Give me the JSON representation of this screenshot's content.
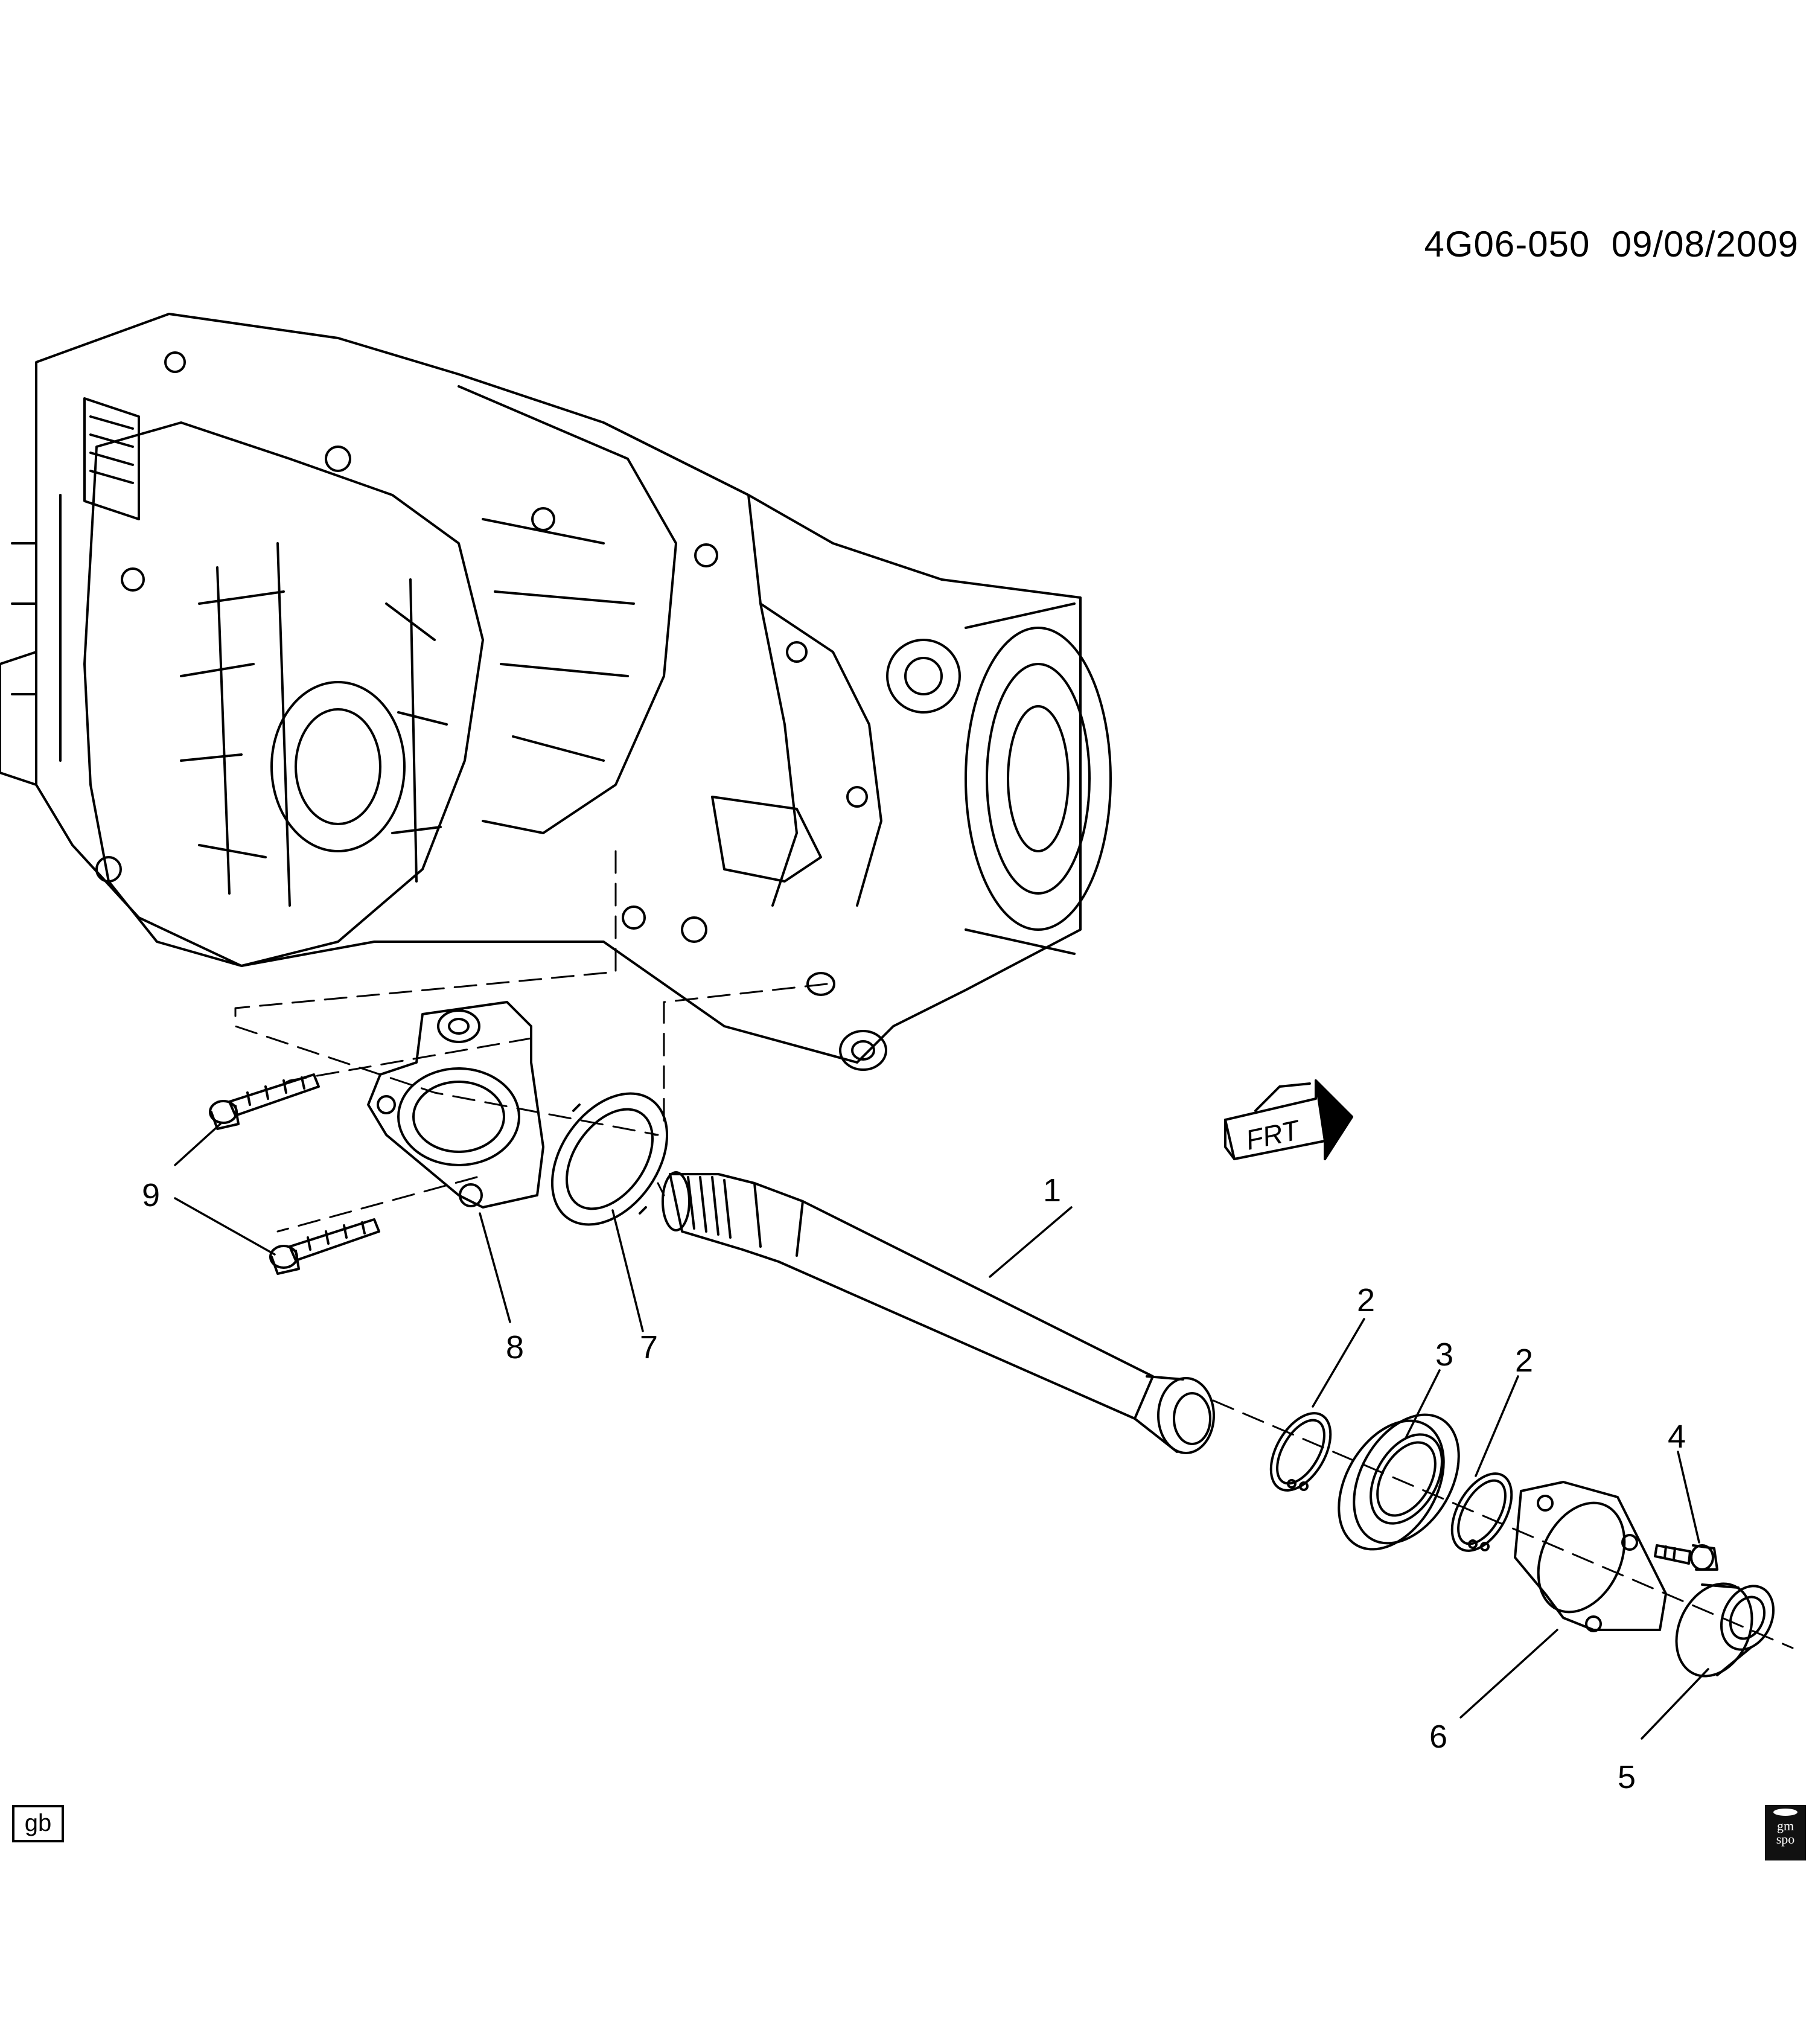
{
  "header": {
    "code": "4G06-050",
    "date": "09/08/2009"
  },
  "front_arrow_label": "FRT",
  "callouts": [
    "1",
    "2",
    "3",
    "2",
    "4",
    "5",
    "6",
    "7",
    "8",
    "9"
  ],
  "corner_tag": "gb",
  "logo": {
    "line1": "gm",
    "line2": "spo"
  }
}
